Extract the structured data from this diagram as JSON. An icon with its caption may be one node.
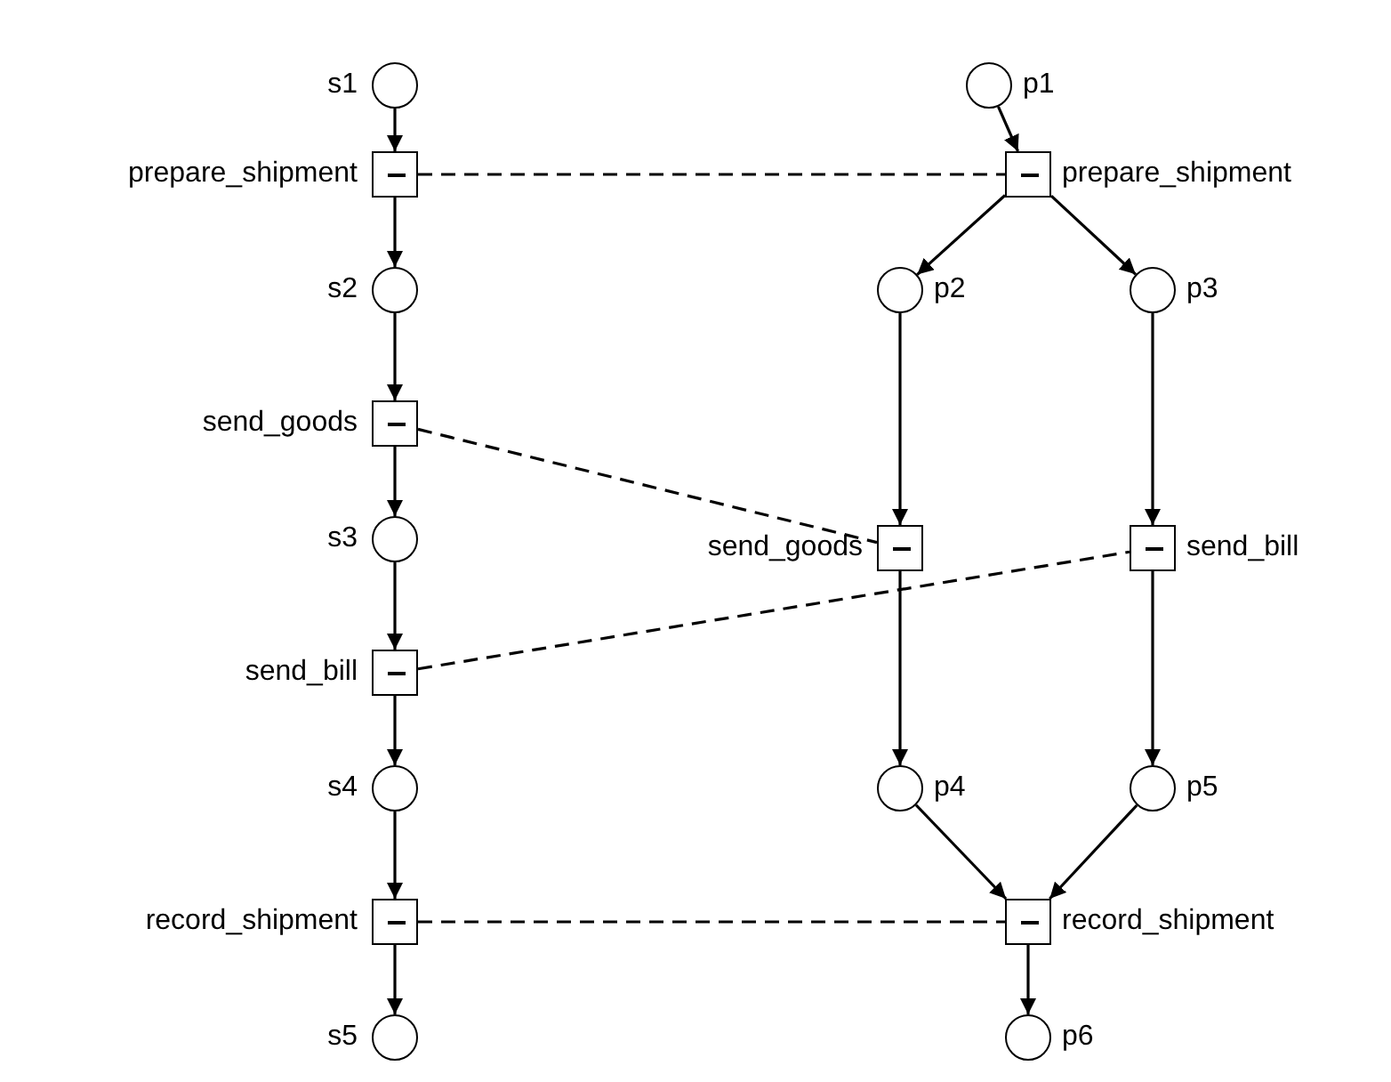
{
  "diagram": {
    "nodes": [
      {
        "text": [
          "s1"
        ]
      },
      {
        "text": [
          "prepare_shipment"
        ]
      },
      {
        "text": [
          "s2"
        ]
      },
      {
        "text": [
          "send_goods"
        ]
      },
      {
        "text": [
          "s3"
        ]
      },
      {
        "text": [
          "send_bill"
        ]
      },
      {
        "text": [
          "s4"
        ]
      },
      {
        "text": [
          "record_shipment"
        ]
      },
      {
        "text": [
          "s5"
        ]
      },
      {
        "text": [
          "p1"
        ]
      },
      {
        "text": [
          "prepare_shipment"
        ]
      },
      {
        "text": [
          "p2"
        ]
      },
      {
        "text": [
          "p3"
        ]
      },
      {
        "text": [
          "send_goods"
        ]
      },
      {
        "text": [
          "send_bill"
        ]
      },
      {
        "text": [
          "p4"
        ]
      },
      {
        "text": [
          "p5"
        ]
      },
      {
        "text": [
          "record_shipment"
        ]
      },
      {
        "text": [
          "p6"
        ]
      }
    ],
    "edges": [
      {
        "from": 0,
        "to": 1,
        "arrow": "to"
      },
      {
        "from": 1,
        "to": 2,
        "arrow": "to"
      },
      {
        "from": 2,
        "to": 3,
        "arrow": "to"
      },
      {
        "from": 3,
        "to": 4,
        "arrow": "to"
      },
      {
        "from": 4,
        "to": 5,
        "arrow": "to"
      },
      {
        "from": 5,
        "to": 6,
        "arrow": "to"
      },
      {
        "from": 6,
        "to": 7,
        "arrow": "to"
      },
      {
        "from": 7,
        "to": 8,
        "arrow": "to"
      },
      {
        "from": 9,
        "to": 10,
        "arrow": "to"
      },
      {
        "from": 10,
        "to": 11,
        "arrow": "to"
      },
      {
        "from": 10,
        "to": 12,
        "arrow": "to"
      },
      {
        "from": 11,
        "to": 13,
        "arrow": "to"
      },
      {
        "from": 12,
        "to": 14,
        "arrow": "to"
      },
      {
        "from": 13,
        "to": 15,
        "arrow": "to"
      },
      {
        "from": 14,
        "to": 16,
        "arrow": "to"
      },
      {
        "from": 15,
        "to": 17,
        "arrow": "to"
      },
      {
        "from": 16,
        "to": 17,
        "arrow": "to"
      },
      {
        "from": 17,
        "to": 18,
        "arrow": "to"
      },
      {
        "from": 1,
        "to": 10,
        "arrow": "none",
        "style": "dashed"
      },
      {
        "from": 3,
        "to": 13,
        "arrow": "none",
        "style": "dashed"
      },
      {
        "from": 5,
        "to": 14,
        "arrow": "none",
        "style": "dashed"
      },
      {
        "from": 7,
        "to": 17,
        "arrow": "none",
        "style": "dashed"
      }
    ]
  }
}
